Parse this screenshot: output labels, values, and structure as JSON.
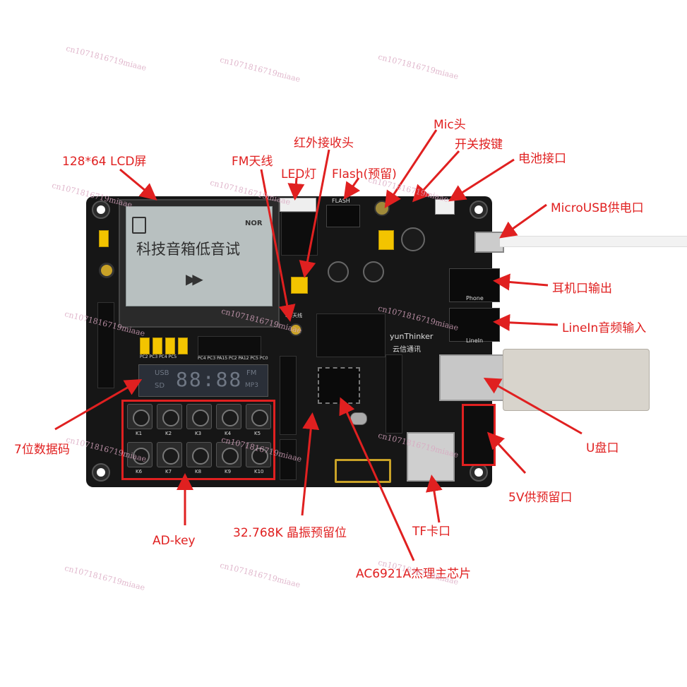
{
  "callouts": {
    "lcd": "128*64 LCD屏",
    "fm_antenna": "FM天线",
    "ir_receiver": "红外接收头",
    "led": "LED灯",
    "flash": "Flash(预留)",
    "mic": "Mic头",
    "power_switch": "开关按键",
    "battery": "电池接口",
    "micro_usb": "MicroUSB供电口",
    "headphone": "耳机口输出",
    "line_in": "LineIn音频输入",
    "usb_disk": "U盘口",
    "reserved_5v": "5V供预留口",
    "tf_card": "TF卡口",
    "chip": "AC6921A杰理主芯片",
    "crystal": "32.768K 晶振预留位",
    "ad_key": "AD-key",
    "seven_seg": "7位数据码"
  },
  "lcd_screen": {
    "text": "科技音箱低音试",
    "badge": "NOR",
    "play_glyph": "▶▶"
  },
  "seven_segment": {
    "digits": "88:88",
    "usb": "USB",
    "sd": "SD",
    "fm": "FM",
    "mp3": "MP3"
  },
  "keys": [
    "K1",
    "K2",
    "K3",
    "K4",
    "K5",
    "K6",
    "K7",
    "K8",
    "K9",
    "K10"
  ],
  "silkscreen": {
    "brand": "yunThinker",
    "brand_cn": "云信通讯",
    "flash": "FLASH",
    "phone": "Phone",
    "linein": "LineIn",
    "fm_label": "FM天线",
    "pins": "PC2 PC3 PC4 PC5",
    "pins2": "PC4 PC3 PA15 PC2 PA12 PC5 PC0"
  },
  "watermark": "cn1071816719miaae",
  "colors": {
    "callout": "#e02020",
    "board": "#161616",
    "lcd": "#b8c0c0",
    "jumper": "#f3c400",
    "segment": "#2a2f38",
    "highlight_box": "#e02020"
  }
}
